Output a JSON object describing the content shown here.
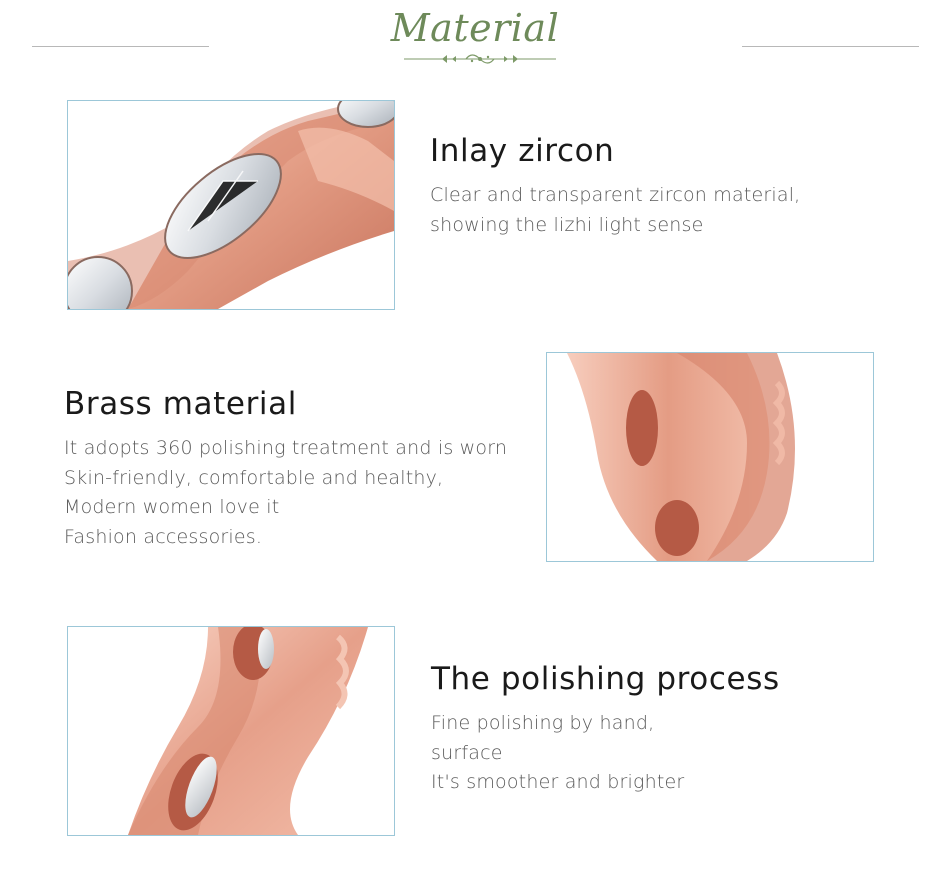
{
  "header": {
    "title": "Material"
  },
  "sections": [
    {
      "title": "Inlay zircon",
      "lines": [
        "Clear and transparent zircon material,",
        "showing the lizhi light sense"
      ]
    },
    {
      "title": "Brass material",
      "lines": [
        "It adopts 360 polishing treatment and is worn",
        "Skin-friendly, comfortable and healthy,",
        "Modern women love it",
        "Fashion accessories."
      ]
    },
    {
      "title": "The polishing process",
      "lines": [
        "Fine polishing by hand,",
        "surface",
        "It's smoother and brighter"
      ]
    }
  ],
  "colors": {
    "title_green": "#6e8a5a",
    "frame_blue": "#9cc7d8",
    "rose_gold": "#e7a089"
  }
}
